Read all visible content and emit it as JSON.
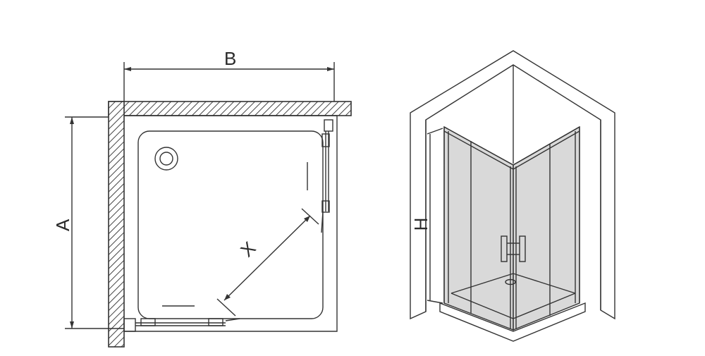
{
  "labels": {
    "width": "B",
    "depth": "A",
    "diagonal": "X",
    "height": "H"
  }
}
